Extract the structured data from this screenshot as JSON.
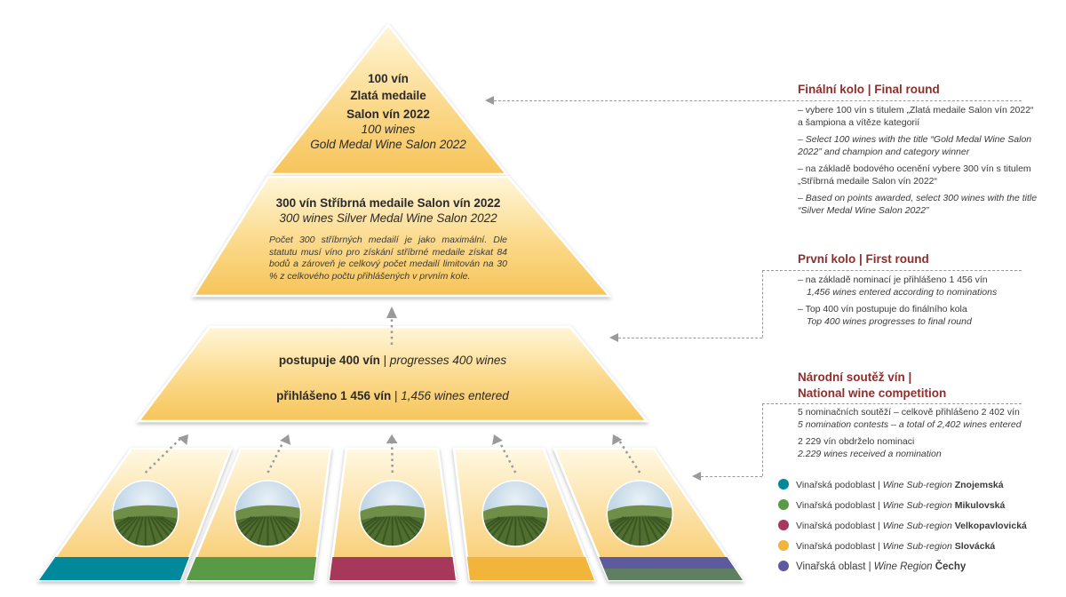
{
  "pyramid": {
    "top": {
      "line1": "100 vín",
      "line2": "Zlatá medaile",
      "line3": "Salon vín 2022",
      "line4": "100 wines",
      "line5": "Gold Medal Wine Salon 2022"
    },
    "middle": {
      "title_cs": "300 vín Stříbrná medaile Salon vín 2022",
      "title_en": "300 wines Silver Medal Wine Salon 2022",
      "note": "Počet 300 stříbrných medailí je jako maximální. Dle statutu musí víno pro získání stříbrné medaile získat 84 bodů a zároveň je celkový počet medailí limitován na 30 % z celkového počtu přihlášených v prvním kole."
    },
    "base": {
      "progress_cs": "postupuje 400 vín",
      "progress_en": "progresses 400 wines",
      "entered_cs": "přihlášeno 1 456 vín",
      "entered_en": "1,456 wines entered",
      "separator": " | "
    },
    "region_colors": [
      "#00899a",
      "#5a9a46",
      "#a6385c",
      "#f2b43a",
      "#5e5a9e"
    ],
    "extra_band_color": "#5f7f62"
  },
  "side": {
    "final": {
      "heading": "Finální kolo | Final round",
      "bullets": [
        "– vybere 100 vín s titulem „Zlatá medaile Salon vín  2022“ a šampiona a vítěze kategorií",
        "– Select 100 wines with the title “Gold Medal Wine Salon 2022” and champion and category winner",
        "– na základě bodového ocenění vybere 300 vín s titulem „Stříbrná medaile Salon vín 2022“",
        "– Based on points awarded, select 300 wines with the title “Silver Medal Wine Salon 2022”"
      ]
    },
    "first": {
      "heading": "První kolo | First round",
      "b1_cs": "– na základě nominací je přihlášeno 1 456 vín",
      "b1_en": "1,456 wines entered according to nominations",
      "b2_cs": "– Top 400 vín postupuje do finálního kola",
      "b2_en": "Top 400 wines progresses to final round"
    },
    "national": {
      "heading1": "Národní soutěž vín |",
      "heading2": "National wine competition",
      "p1_cs": "5 nominačních soutěží – celkově přihlášeno 2 402 vín",
      "p1_en": "5 nomination contests – a total of 2,402 wines entered",
      "p2_cs": "2 229 vín obdrželo nominaci",
      "p2_en": "2.229 wines received a nomination"
    }
  },
  "legend": [
    {
      "color": "#00899a",
      "prefix": "Vinařská podoblast | ",
      "en": "Wine Sub-region ",
      "name": "Znojemská"
    },
    {
      "color": "#5a9a46",
      "prefix": "Vinařská podoblast | ",
      "en": "Wine Sub-region ",
      "name": "Mikulovská"
    },
    {
      "color": "#a6385c",
      "prefix": "Vinařská podoblast | ",
      "en": "Wine Sub-region ",
      "name": "Velkopavlovická"
    },
    {
      "color": "#f2b43a",
      "prefix": "Vinařská podoblast | ",
      "en": "Wine Sub-region ",
      "name": "Slovácká"
    },
    {
      "color": "#5e5a9e",
      "prefix": "Vinařská oblast | ",
      "en": "Wine Region ",
      "name": "Čechy"
    }
  ]
}
